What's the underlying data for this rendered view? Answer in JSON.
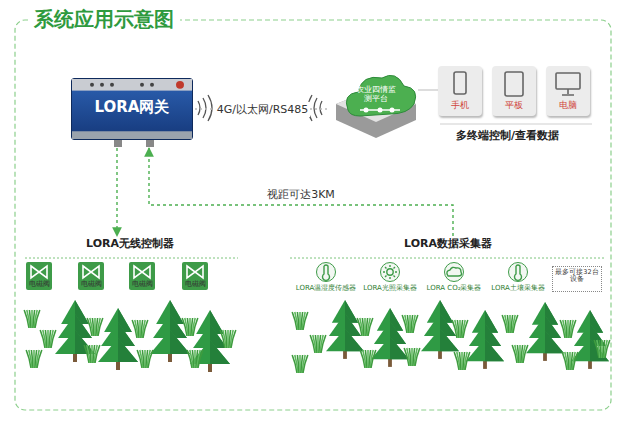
{
  "diagram": {
    "title": "系统应用示意图",
    "nodes": [
      {
        "text": [
          "LORA网关"
        ]
      },
      {
        "text": [
          "农业四情监测平台"
        ]
      },
      {
        "text": [
          "手机"
        ]
      },
      {
        "text": [
          "平板"
        ]
      },
      {
        "text": [
          "电脑"
        ]
      },
      {
        "text": [
          "LORA无线控制器"
        ]
      },
      {
        "text": [
          "电磁阀"
        ],
        "in": 5
      },
      {
        "text": [
          "电磁阀"
        ],
        "in": 5
      },
      {
        "text": [
          "电磁阀"
        ],
        "in": 5
      },
      {
        "text": [
          "电磁阀"
        ],
        "in": 5
      },
      {
        "text": [
          "LORA数据采集器"
        ]
      },
      {
        "text": [
          "LORA温湿度传感器"
        ],
        "in": 10
      },
      {
        "text": [
          "LORA光照采集器"
        ],
        "in": 10
      },
      {
        "text": [
          "LORA CO₂采集器"
        ],
        "in": 10
      },
      {
        "text": [
          "LORA土壤采集器"
        ],
        "in": 10
      },
      {
        "text": [
          "最多可接32台设备"
        ],
        "in": 10
      }
    ],
    "edges": [
      {
        "from": 0,
        "to": 1,
        "label": "4G/以太网/RS485",
        "arrow": "none"
      },
      {
        "from": 1,
        "to": 2,
        "arrow": "none"
      },
      {
        "from": 0,
        "to": 5,
        "arrow": "to"
      },
      {
        "from": 10,
        "to": 0,
        "label": "视距可达3KM",
        "arrow": "to"
      }
    ],
    "labels": [
      "多终端控制/查看数据"
    ]
  }
}
